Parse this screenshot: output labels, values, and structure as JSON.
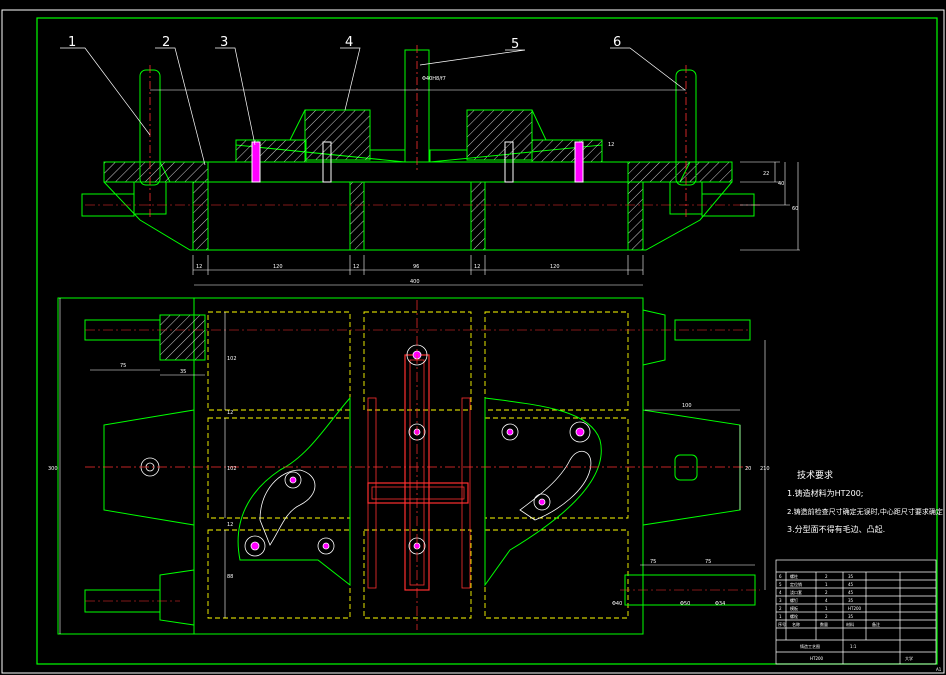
{
  "part_labels": [
    "1",
    "2",
    "3",
    "4",
    "5",
    "6"
  ],
  "dimensions": {
    "shaft_fit": "Φ40H8/f7",
    "seg_a": "12",
    "seg_b": "120",
    "seg_c": "12",
    "seg_d": "96",
    "seg_e": "12",
    "seg_f": "120",
    "overall_width": "400",
    "right_22": "22",
    "right_40": "40",
    "right_60": "60",
    "top_right_12": "12",
    "left_75": "75",
    "left_35": "35",
    "vert_102a": "102",
    "vert_102b": "102",
    "vert_88": "88",
    "vert_12a": "12",
    "vert_12b": "12",
    "overall_height": "300",
    "right_100": "100",
    "right_210": "210",
    "right_20": "20",
    "bot_75a": "75",
    "bot_75b": "75",
    "bot_40": "Φ40",
    "bot_50": "Φ50",
    "bot_34": "Φ34"
  },
  "tech_req": {
    "title": "技术要求",
    "items": [
      "1.铸造材料为HT200;",
      "2.铸造前检查尺寸确定无误时,中心距尺寸要求确定.",
      "3.分型面不得有毛边、凸起."
    ]
  },
  "title_block": {
    "bom_rows": [
      {
        "no": "6",
        "name": "螺柱",
        "qty": "2",
        "mat": "35",
        "note": ""
      },
      {
        "no": "5",
        "name": "定位销",
        "qty": "1",
        "mat": "45",
        "note": ""
      },
      {
        "no": "4",
        "name": "浇口套",
        "qty": "2",
        "mat": "45",
        "note": ""
      },
      {
        "no": "3",
        "name": "螺钉",
        "qty": "4",
        "mat": "35",
        "note": ""
      },
      {
        "no": "2",
        "name": "模板",
        "qty": "1",
        "mat": "HT200",
        "note": ""
      },
      {
        "no": "1",
        "name": "螺栓",
        "qty": "2",
        "mat": "35",
        "note": ""
      }
    ],
    "header": [
      "序号",
      "名称",
      "数量",
      "材料",
      "备注"
    ],
    "drawing_name": "铸造工艺图",
    "material": "HT200",
    "scale": "1:1",
    "school": "大学"
  },
  "sheet_no": "A1"
}
